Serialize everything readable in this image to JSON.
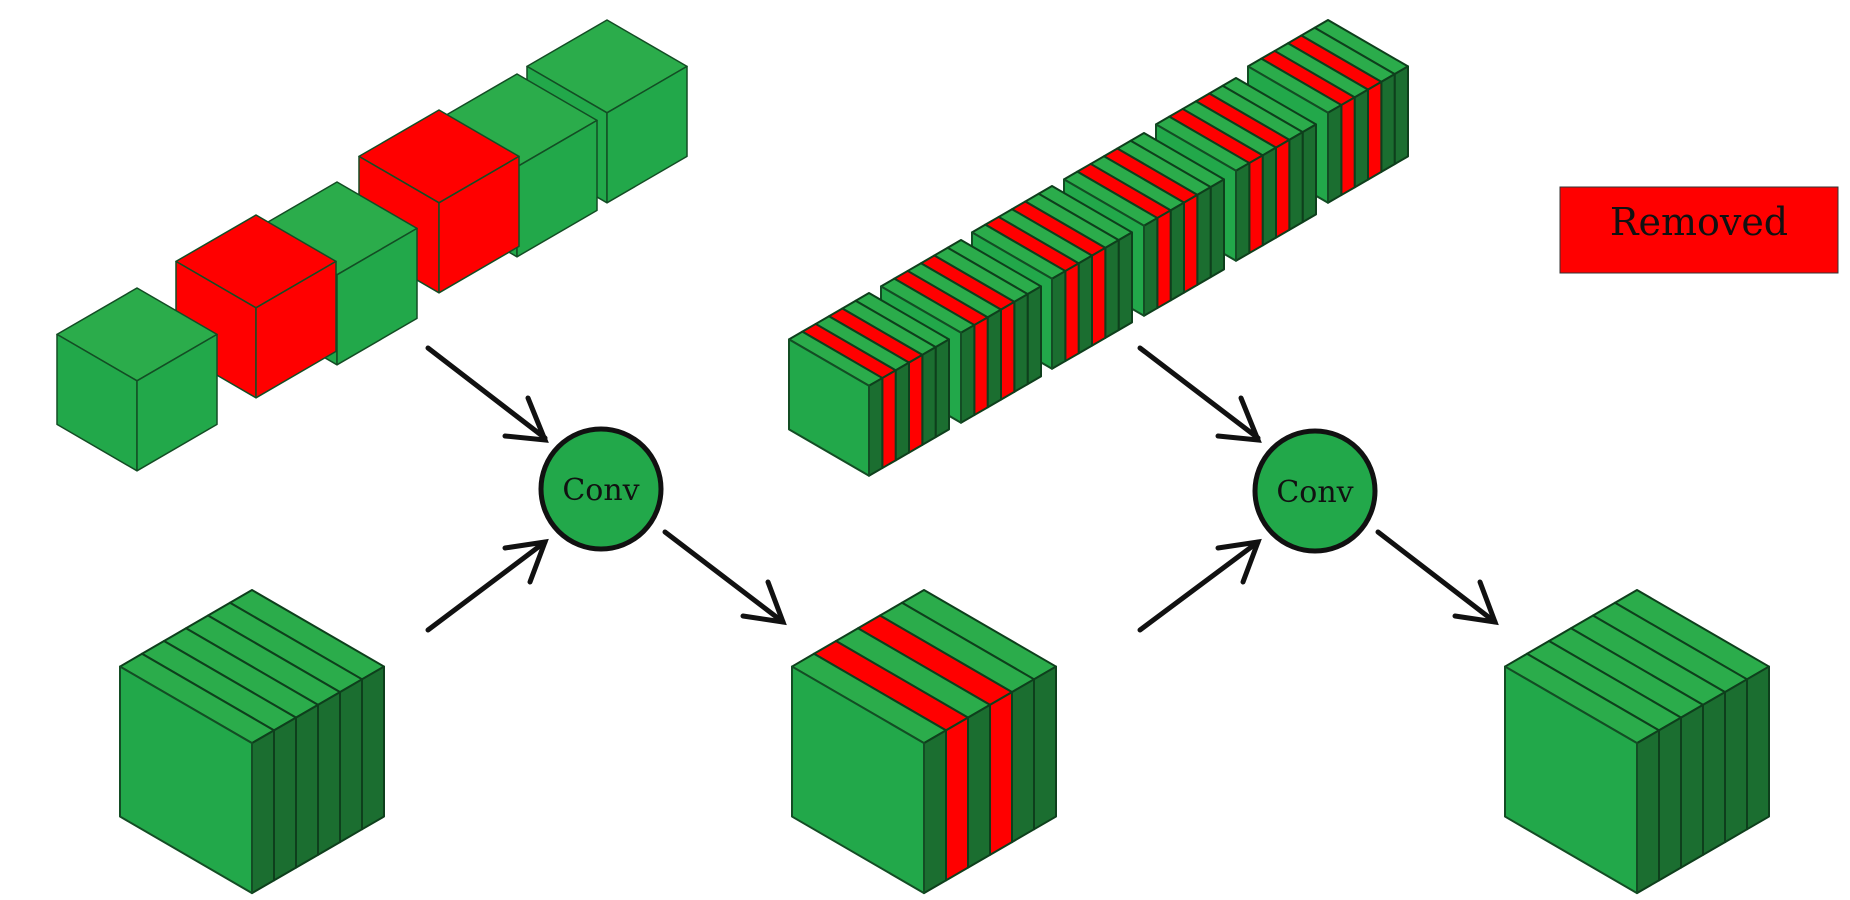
{
  "colors": {
    "kept_top": "#2bac4b",
    "kept_front": "#22a84a",
    "kept_side": "#1b6e30",
    "removed": "#ff0000",
    "removed_dark": "#cc0000",
    "arrow": "#111111"
  },
  "legend": {
    "label": "Removed",
    "color": "#ff0000"
  },
  "conv_nodes": [
    {
      "label": "Conv"
    },
    {
      "label": "Conv"
    }
  ],
  "filter_bank_1": {
    "state": [
      "kept",
      "removed",
      "kept",
      "removed",
      "kept",
      "kept"
    ]
  },
  "input_feature_map": {
    "channels": 6,
    "removed_channels": []
  },
  "filter_bank_2": {
    "filters": 6,
    "channels_per_filter": 6,
    "removed_channels": [
      1,
      3
    ]
  },
  "intermediate_feature_map": {
    "channels": 6,
    "removed_channels": [
      1,
      3
    ]
  },
  "output_feature_map": {
    "channels": 6,
    "removed_channels": []
  }
}
